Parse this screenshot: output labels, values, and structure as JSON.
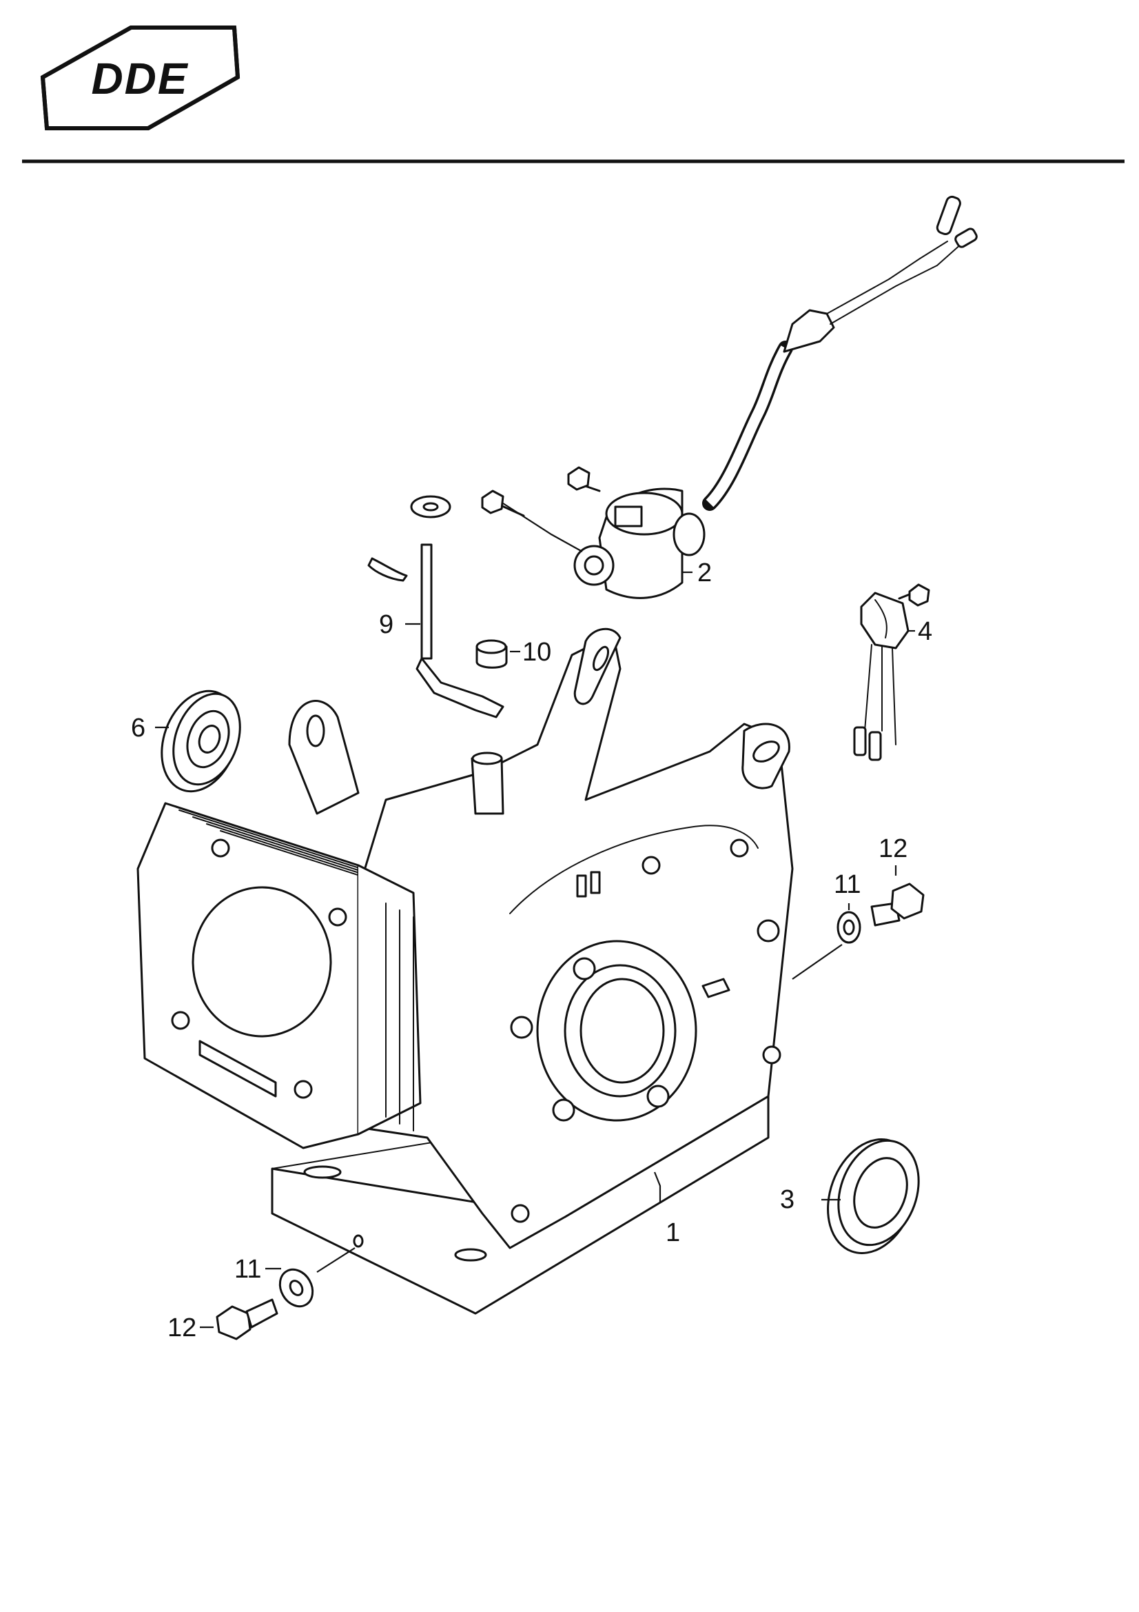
{
  "header": {
    "logo_text": "DDE"
  },
  "diagram": {
    "callouts": {
      "c1": "1",
      "c2": "2",
      "c3": "3",
      "c4": "4",
      "c6": "6",
      "c9": "9",
      "c10": "10",
      "c11_right": "11",
      "c12_right": "12",
      "c11_left": "11",
      "c12_left": "12"
    }
  }
}
